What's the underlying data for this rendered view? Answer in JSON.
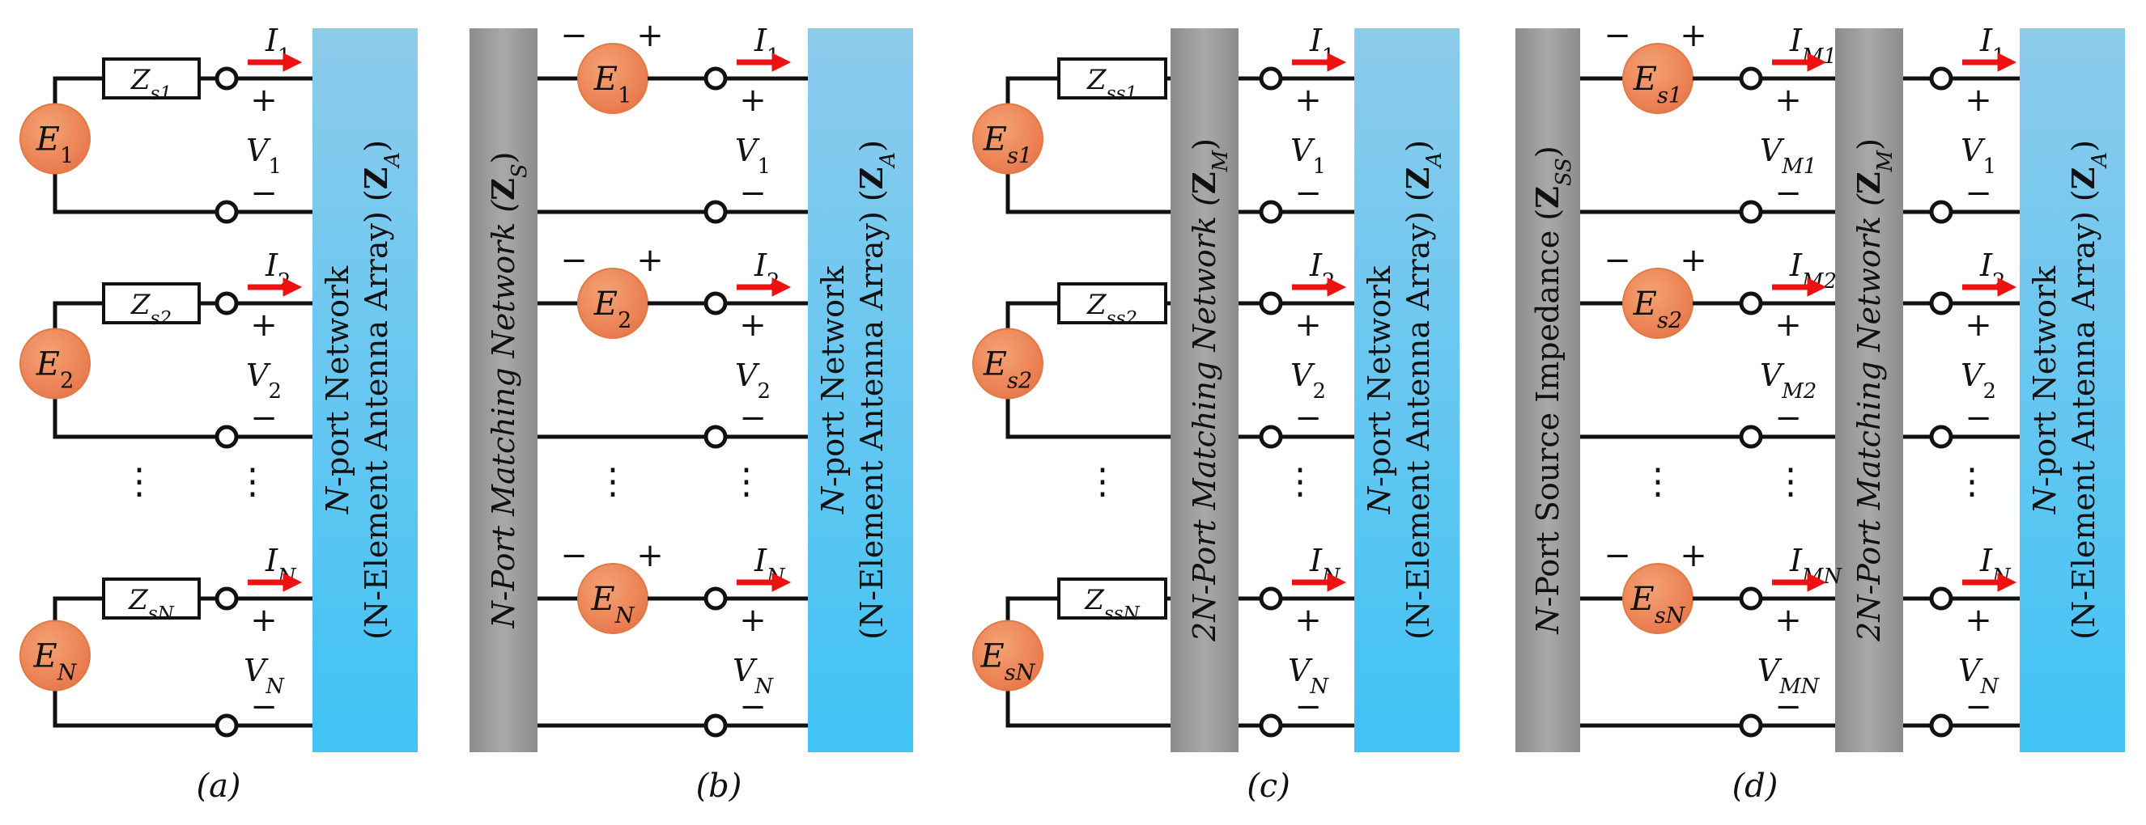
{
  "panels": {
    "a": {
      "caption": "(a)"
    },
    "b": {
      "caption": "(b)",
      "matching": [
        "N",
        "-Port Matching Network (",
        "Z",
        "S",
        ")"
      ]
    },
    "c": {
      "caption": "(c)",
      "matching": [
        "2N",
        "-Port Matching Network (",
        "Z",
        "M",
        ")"
      ]
    },
    "d": {
      "caption": "(d)",
      "source": [
        "N",
        "-Port Source Impedance (",
        "Z",
        "SS",
        ")"
      ],
      "matching": [
        "2N",
        "-Port Matching Network (",
        "Z",
        "M",
        ")"
      ]
    }
  },
  "antenna": {
    "line1": [
      "N",
      "-port Network"
    ],
    "line2": [
      "(N-Element Antenna Array) (",
      "Z",
      "A",
      ")"
    ]
  },
  "ports": [
    {
      "idx": "1"
    },
    {
      "idx": "2"
    },
    {
      "idx": "N"
    }
  ],
  "symbols": {
    "E": "E",
    "Es": "E",
    "I": "I",
    "V": "V",
    "Z": "Z",
    "s": "s",
    "ss": "ss",
    "M": "M",
    "plus": "+",
    "minus": "−",
    "vdots": "⋮"
  }
}
